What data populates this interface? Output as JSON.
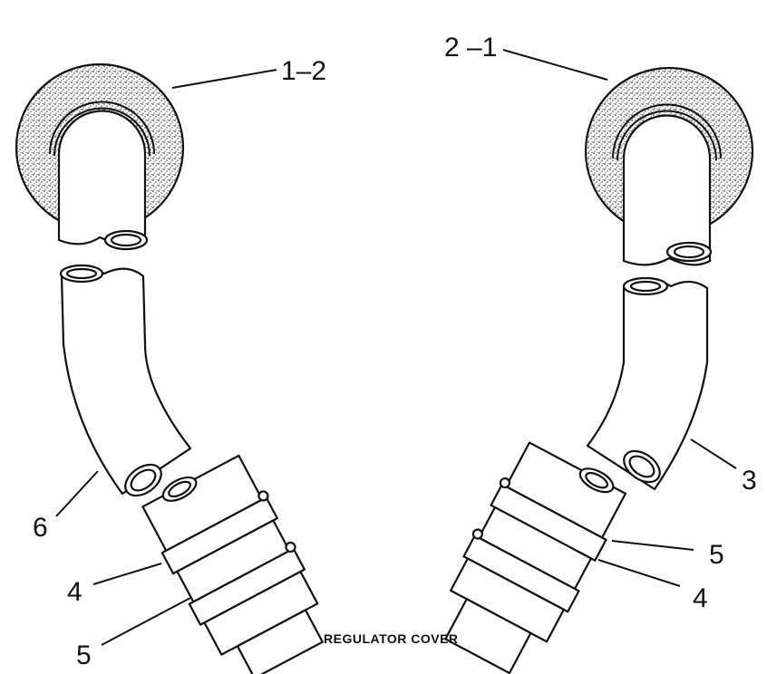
{
  "callouts": {
    "left_top": "1–2",
    "right_top": "2 –1",
    "right_elbow": "3",
    "right_clamp_lower": "4",
    "right_clamp_upper": "5",
    "left_elbow": "6",
    "left_clamp_upper": "4",
    "left_clamp_lower": "5"
  },
  "caption": "REGULATOR COVER",
  "colors": {
    "line": "#111111",
    "stipple": "#555555",
    "background": "#ffffff"
  }
}
